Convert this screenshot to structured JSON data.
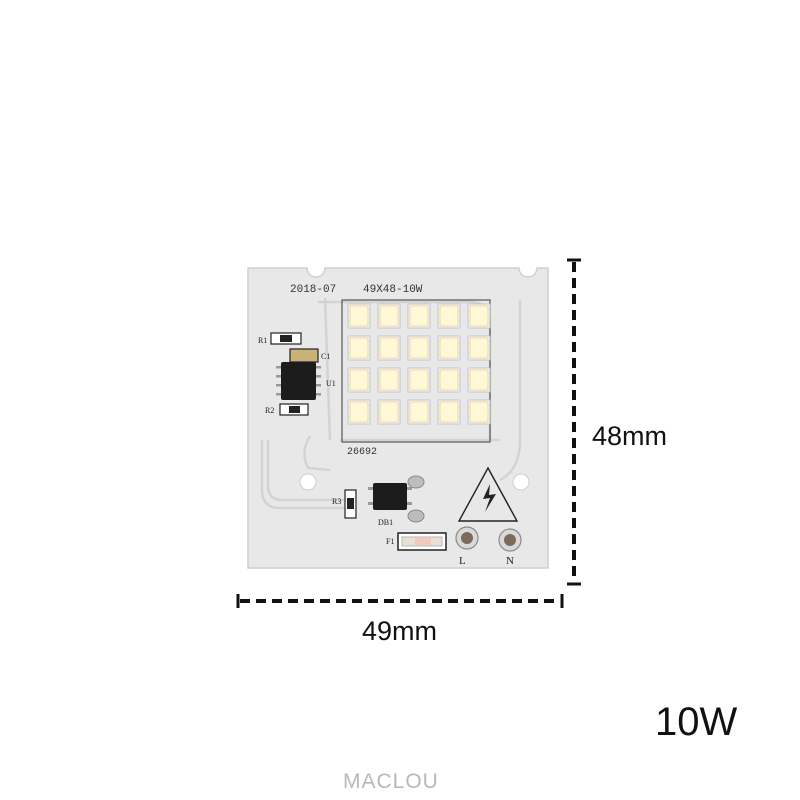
{
  "board": {
    "date_code": "2018-07",
    "model": "49X48-10W",
    "part_number": "26692",
    "labels": {
      "r1": "R1",
      "r2": "R2",
      "r3": "R3",
      "c1": "C1",
      "u1": "U1",
      "db1": "DB1",
      "f1": "F1",
      "live": "L",
      "neutral": "N"
    },
    "led_grid": {
      "rows": 4,
      "cols": 5
    },
    "colors": {
      "board": "#e9e9e9",
      "trace": "#d2d2d2",
      "chip": "#1b1b1b",
      "led": "#fff7d6"
    }
  },
  "dimensions": {
    "height": "48mm",
    "width": "49mm"
  },
  "power": "10W",
  "brand": "MACLOU"
}
